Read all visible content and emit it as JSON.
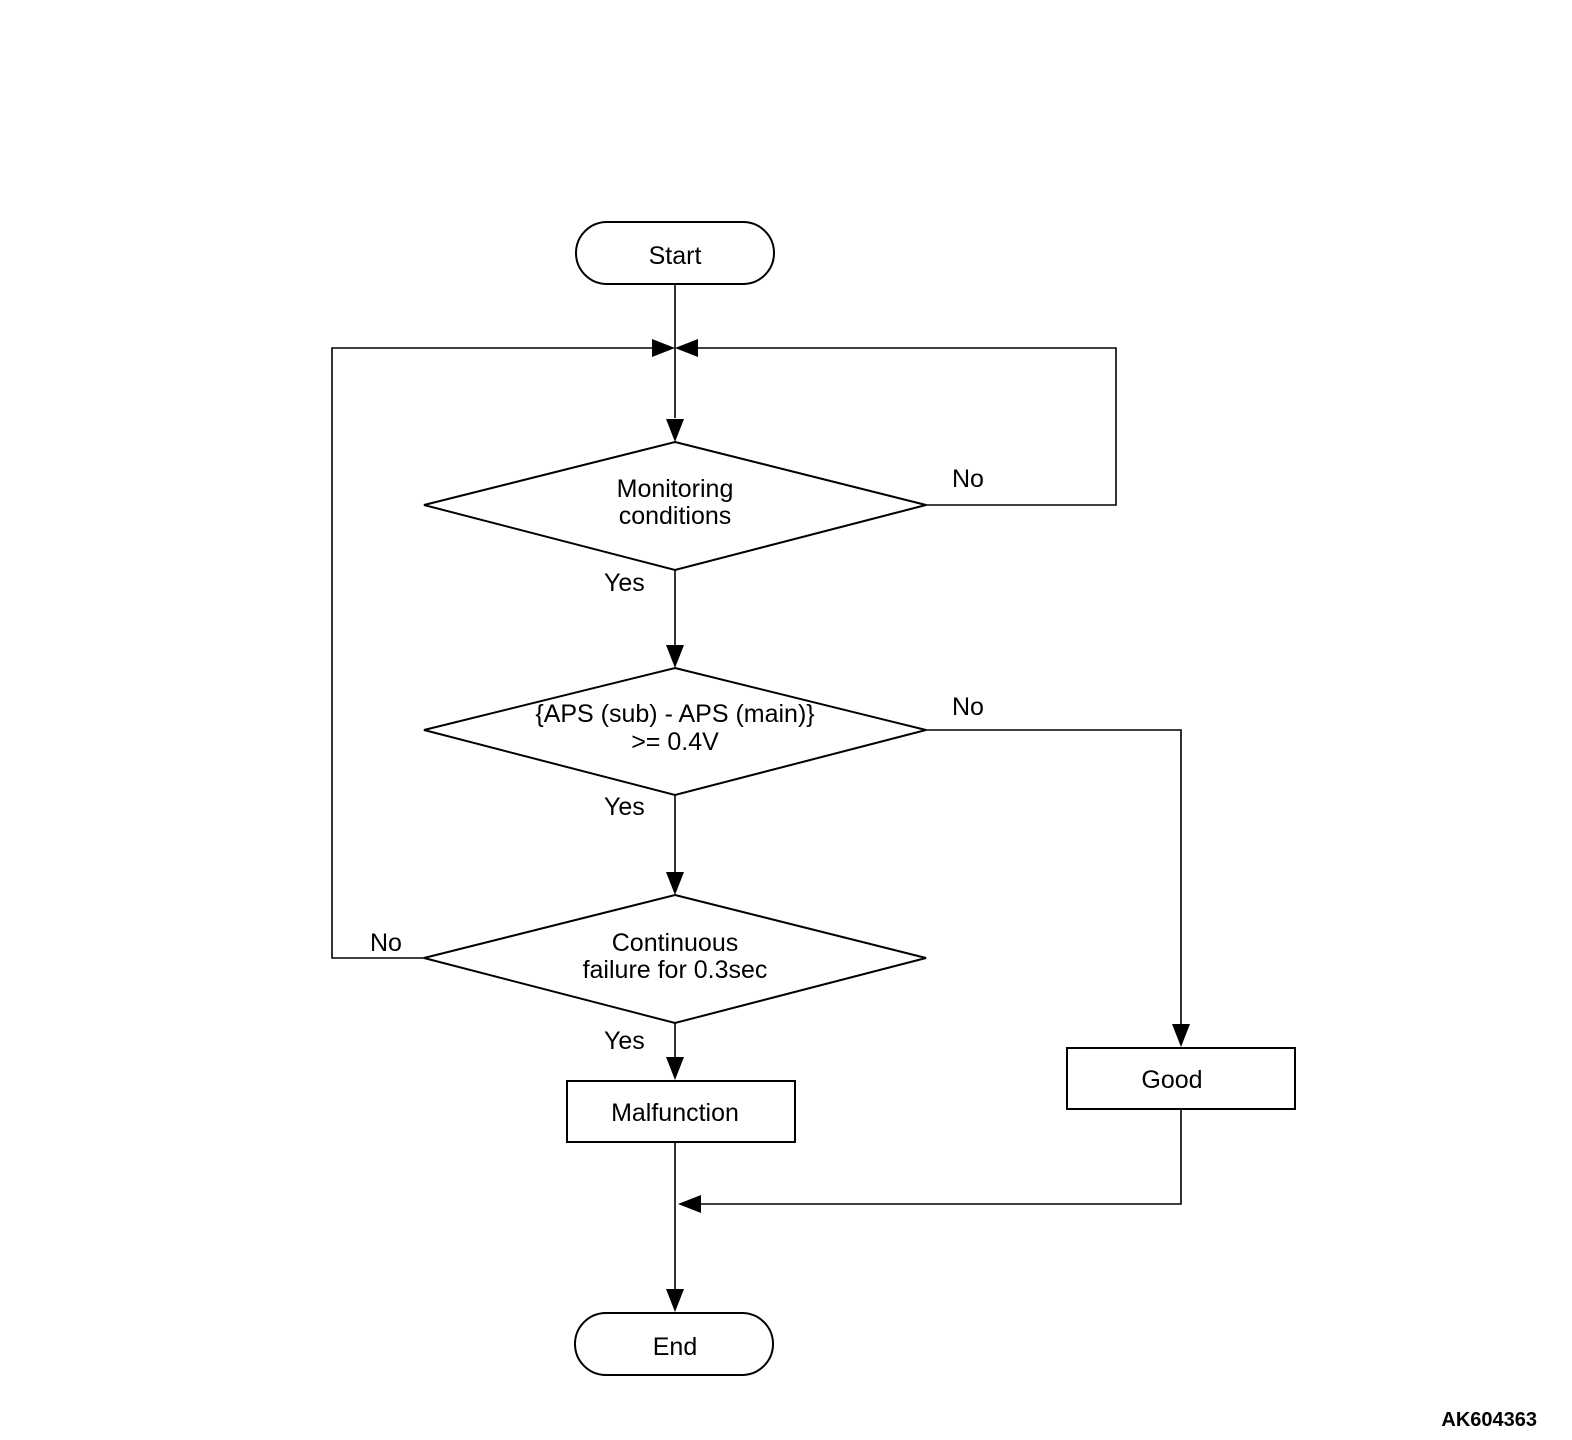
{
  "diagram": {
    "start": "Start",
    "end": "End",
    "decisions": [
      {
        "line1": "Monitoring",
        "line2": "conditions",
        "yes": "Yes",
        "no": "No"
      },
      {
        "line1": "{APS (sub) - APS (main)}",
        "line2": ">= 0.4V",
        "yes": "Yes",
        "no": "No"
      },
      {
        "line1": "Continuous",
        "line2": "failure for 0.3sec",
        "yes": "Yes",
        "no": "No"
      }
    ],
    "malfunction": "Malfunction",
    "good": "Good",
    "reference_code": "AK604363"
  }
}
